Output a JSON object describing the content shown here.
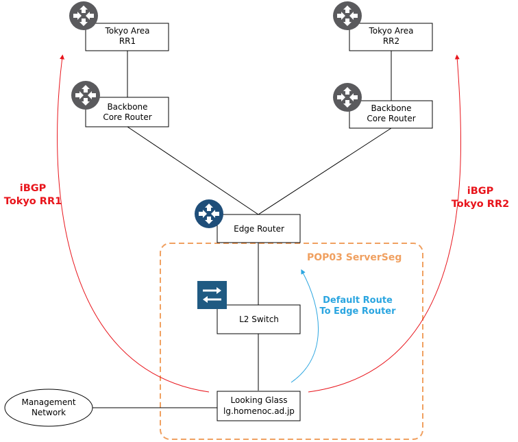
{
  "nodes": {
    "rr1": {
      "line1": "Tokyo Area",
      "line2": "RR1"
    },
    "rr2": {
      "line1": "Tokyo Area",
      "line2": "RR2"
    },
    "core1": {
      "line1": "Backbone",
      "line2": "Core Router"
    },
    "core2": {
      "line1": "Backbone",
      "line2": "Core Router"
    },
    "edge": {
      "line1": "Edge Router"
    },
    "l2switch": {
      "line1": "L2 Switch"
    },
    "looking_glass": {
      "line1": "Looking Glass",
      "line2": "lg.homenoc.ad.jp"
    },
    "management": {
      "line1": "Management",
      "line2": "Network"
    }
  },
  "labels": {
    "bgp_left": {
      "line1": "iBGP",
      "line2": "Tokyo RR1"
    },
    "bgp_right": {
      "line1": "iBGP",
      "line2": "Tokyo RR2"
    },
    "segment": "POP03 ServerSeg",
    "default_route": {
      "line1": "Default Route",
      "line2": "To Edge Router"
    }
  },
  "icons": {
    "router_gray": "router-icon",
    "router_blue": "router-icon",
    "switch": "switch-icon"
  },
  "colors": {
    "router_gray": "#5a5a5d",
    "router_blue": "#1f4e79",
    "switch_blue": "#1f5a82",
    "bgp_arrow": "#e8141b",
    "segment_border": "#f0a060",
    "default_route": "#2aa5e0"
  }
}
